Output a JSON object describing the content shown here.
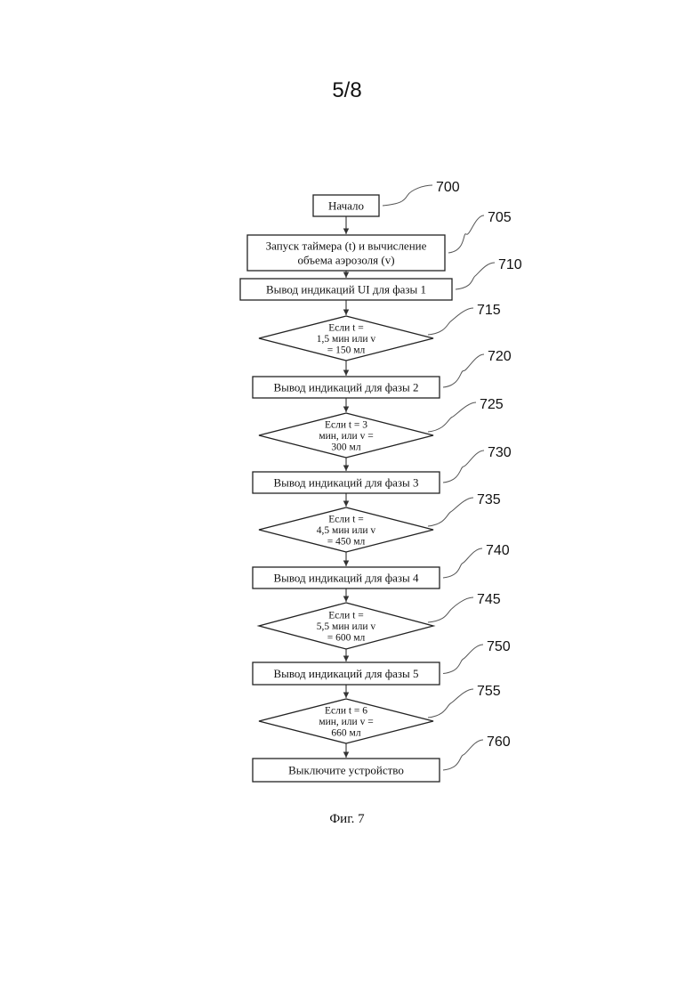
{
  "header": {
    "page_number": "5/8"
  },
  "flowchart": {
    "nodes": [
      {
        "id": "n700",
        "kind": "rect",
        "ref": "700",
        "lines": [
          "Начало"
        ]
      },
      {
        "id": "n705",
        "kind": "rect",
        "ref": "705",
        "lines": [
          "Запуск таймера (t) и вычисление",
          "объема аэрозоля (v)"
        ]
      },
      {
        "id": "n710",
        "kind": "rect",
        "ref": "710",
        "lines": [
          "Вывод индикаций UI для фазы 1"
        ]
      },
      {
        "id": "n715",
        "kind": "diamond",
        "ref": "715",
        "lines": [
          "Если t =",
          "1,5 мин или v",
          "= 150 мл"
        ]
      },
      {
        "id": "n720",
        "kind": "rect",
        "ref": "720",
        "lines": [
          "Вывод индикаций для фазы 2"
        ]
      },
      {
        "id": "n725",
        "kind": "diamond",
        "ref": "725",
        "lines": [
          "Если t = 3",
          "мин, или v =",
          "300 мл"
        ]
      },
      {
        "id": "n730",
        "kind": "rect",
        "ref": "730",
        "lines": [
          "Вывод индикаций для фазы 3"
        ]
      },
      {
        "id": "n735",
        "kind": "diamond",
        "ref": "735",
        "lines": [
          "Если t =",
          "4,5 мин или v",
          "= 450 мл"
        ]
      },
      {
        "id": "n740",
        "kind": "rect",
        "ref": "740",
        "lines": [
          "Вывод индикаций для фазы 4"
        ]
      },
      {
        "id": "n745",
        "kind": "diamond",
        "ref": "745",
        "lines": [
          "Если t =",
          "5,5 мин или v",
          "= 600 мл"
        ]
      },
      {
        "id": "n750",
        "kind": "rect",
        "ref": "750",
        "lines": [
          "Вывод индикаций для фазы 5"
        ]
      },
      {
        "id": "n755",
        "kind": "diamond",
        "ref": "755",
        "lines": [
          "Если t = 6",
          "мин, или v =",
          "660 мл"
        ]
      },
      {
        "id": "n760",
        "kind": "rect",
        "ref": "760",
        "lines": [
          "Выключите устройство"
        ]
      }
    ]
  },
  "caption": "Фиг. 7"
}
